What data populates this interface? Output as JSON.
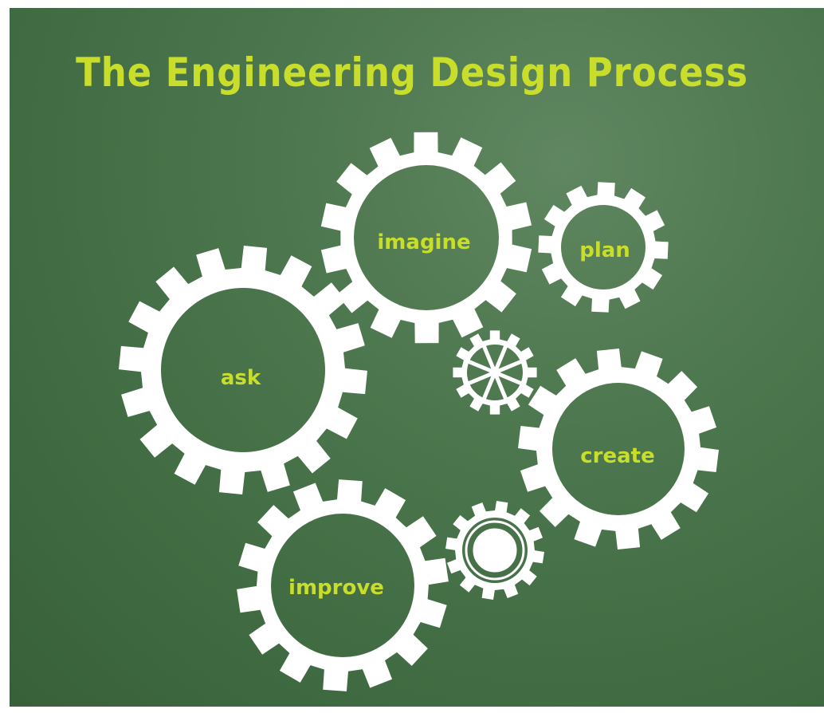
{
  "title": "The Engineering Design Process",
  "colors": {
    "board": "#4d774e",
    "gear": "#ffffff",
    "text": "#c8de2b"
  },
  "steps": {
    "ask": "ask",
    "imagine": "imagine",
    "plan": "plan",
    "create": "create",
    "improve": "improve"
  }
}
